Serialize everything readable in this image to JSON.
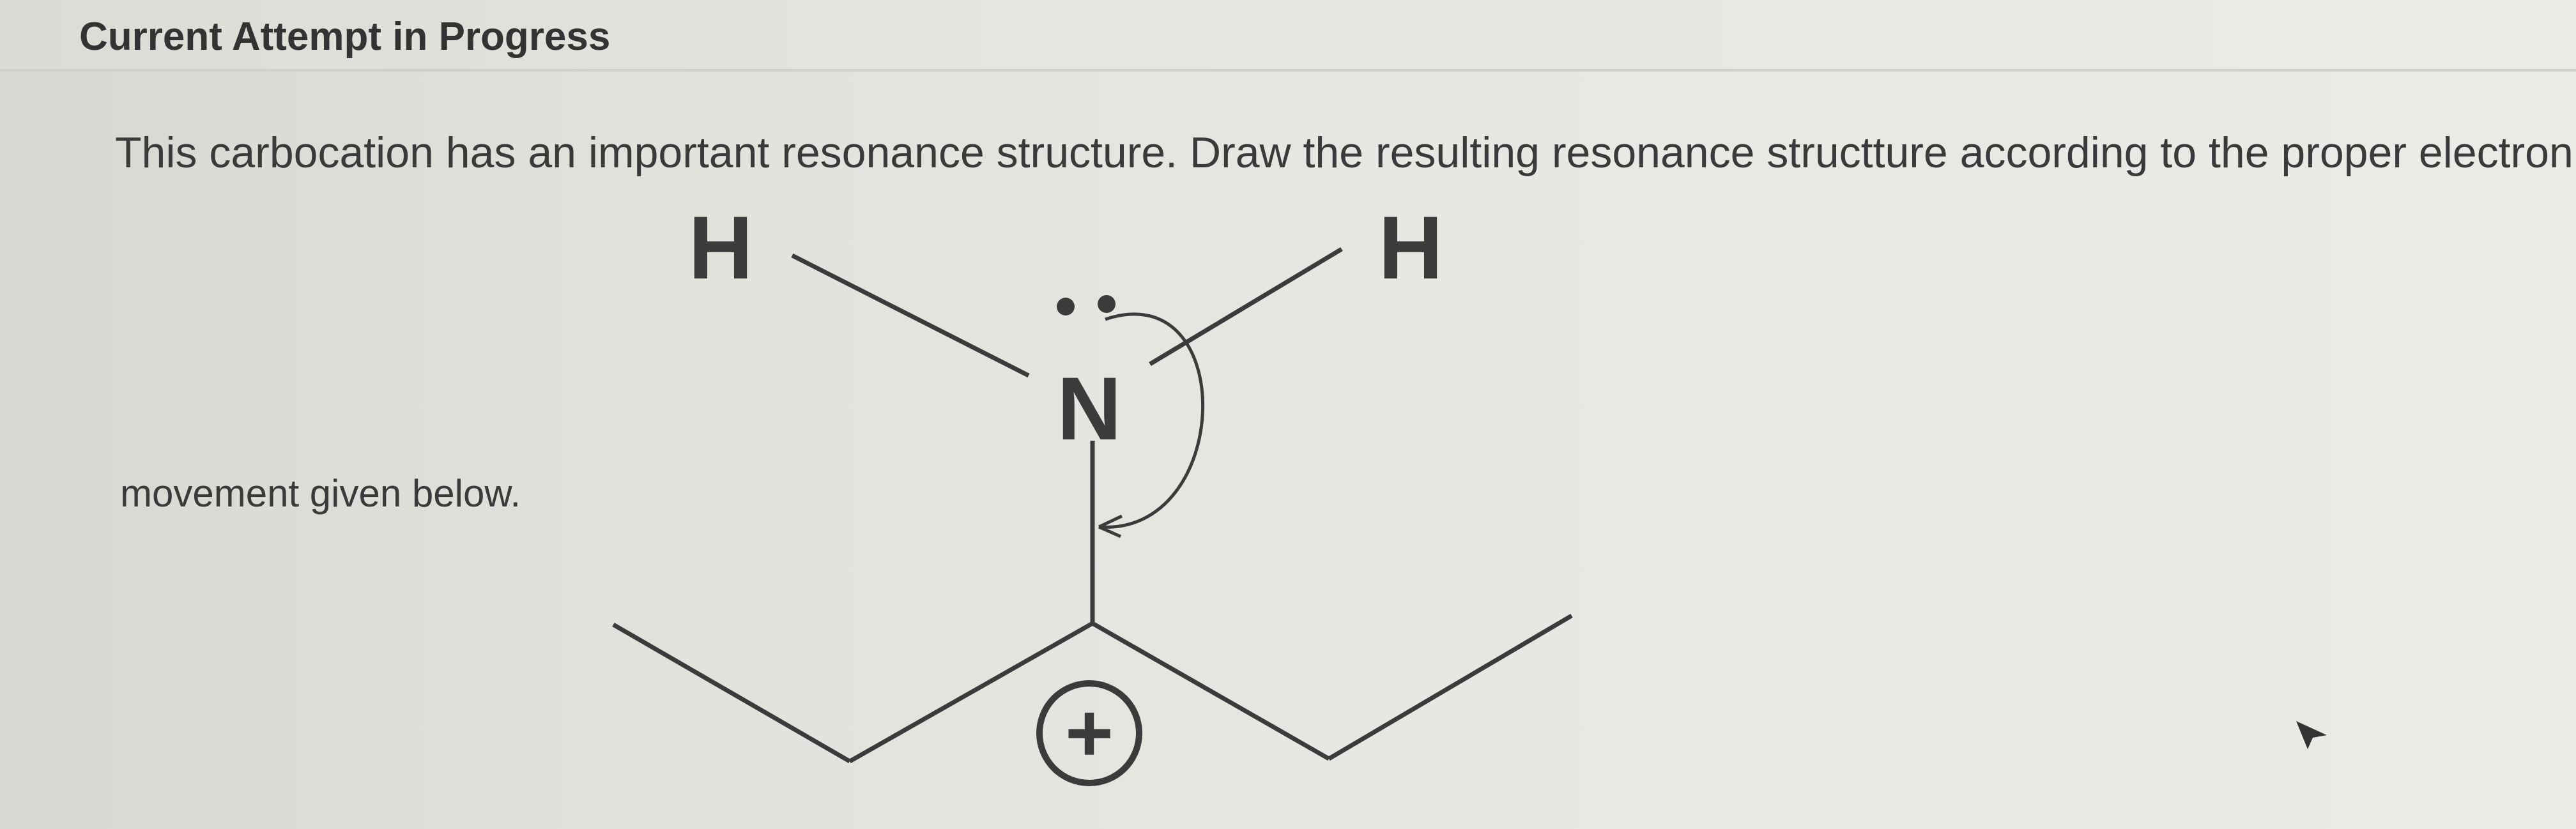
{
  "header": {
    "title": "Current Attempt in Progress"
  },
  "question": {
    "line1": "This carbocation has an important resonance structure. Draw the resulting resonance structture according to the proper electron",
    "line2": "movement given below."
  },
  "molecule": {
    "atoms": {
      "h_left": "H",
      "h_right": "H",
      "nitrogen": "N"
    },
    "charge_symbol": "+"
  }
}
